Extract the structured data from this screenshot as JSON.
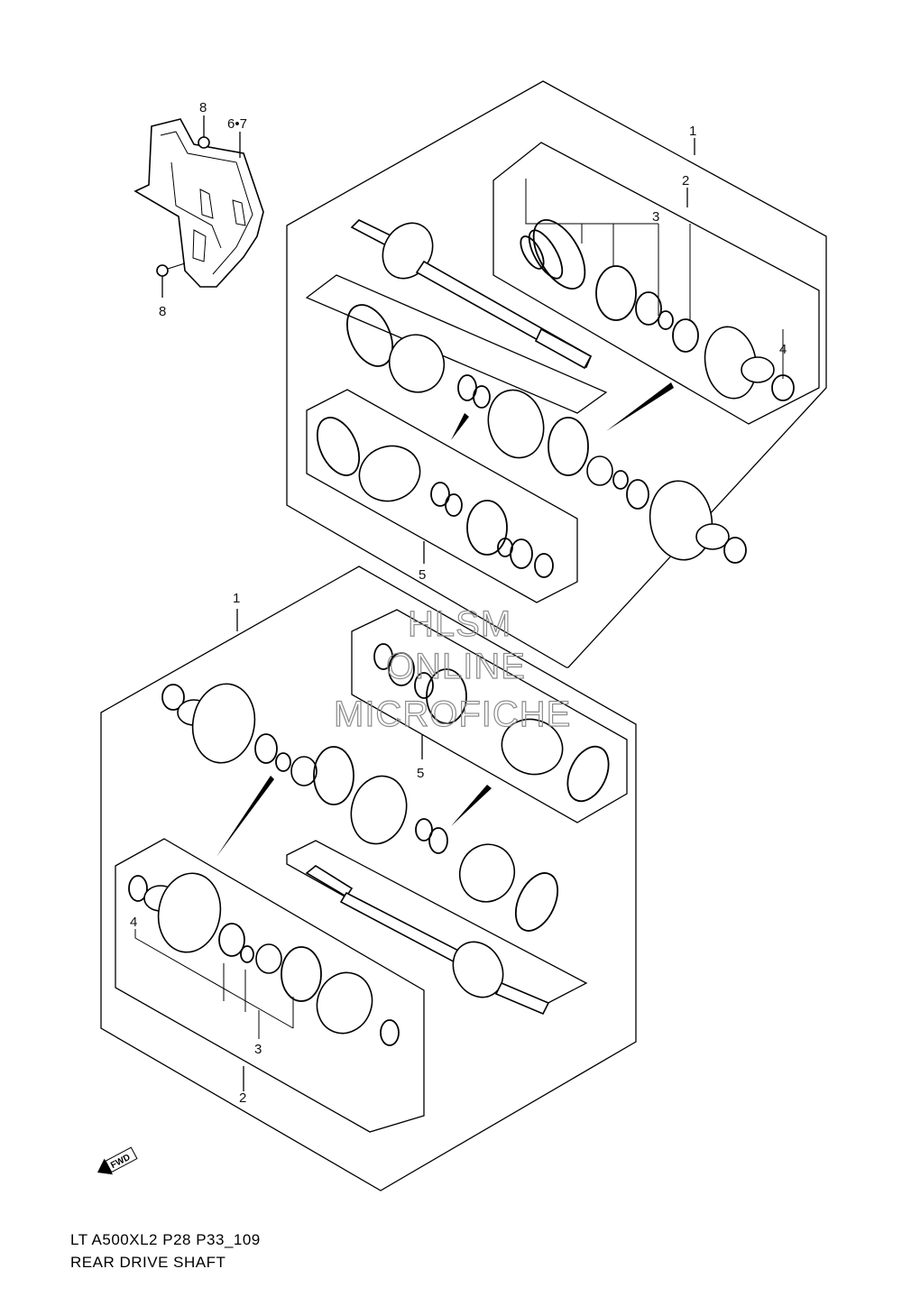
{
  "callouts": {
    "bracket_bolt_top": "8",
    "bracket_bolt_bottom": "8",
    "bracket_cover": "6•7",
    "upper_assembly": "1",
    "upper_joint_set": "2",
    "upper_circlip": "3",
    "upper_ring": "4",
    "upper_boot_set": "5",
    "lower_assembly": "1",
    "lower_boot_set": "5",
    "lower_ring": "4",
    "lower_circlip": "3",
    "lower_joint_set": "2"
  },
  "watermark": {
    "line1": "HLSM",
    "line2": "ONLINE",
    "line3": "MICROFICHE"
  },
  "fwd_label": "FWD",
  "caption": {
    "code": "LT A500XL2 P28 P33_109",
    "title": "REAR DRIVE SHAFT"
  }
}
